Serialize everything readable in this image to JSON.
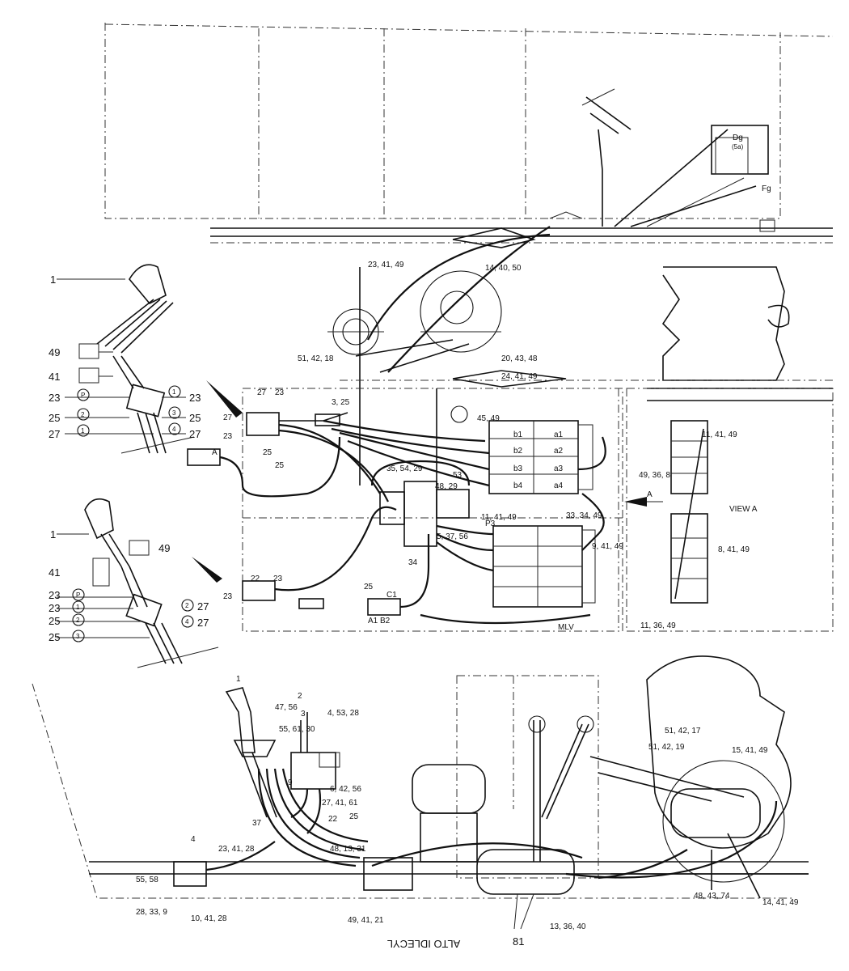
{
  "view_a_label": "VIEW A",
  "mlv_label": "MLV",
  "bottom_title": "ALTO IDLECYL",
  "view_arrow": "A",
  "top_labels": {
    "dg": "Dg",
    "dg_sub": "(5a)",
    "fg": "Fg",
    "l_23_41_49": "23, 41, 49",
    "l_14_40_50": "14, 40, 50",
    "l_51_42_18": "51, 42, 18",
    "l_20_43_48": "20, 43, 48",
    "l_24_41_49": "24, 41, 49"
  },
  "left_upper": {
    "n1": "1",
    "n49": "49",
    "n41": "41",
    "n23a": "23",
    "cP": "P",
    "n23b": "23",
    "c1a": "1",
    "n25a": "25",
    "c2": "2",
    "c3": "3",
    "n25b": "25",
    "n27a": "27",
    "c1b": "1",
    "c4": "4",
    "n27b": "27"
  },
  "left_lower": {
    "n1": "1",
    "n49": "49",
    "n41": "41",
    "n23a": "23",
    "cP": "P",
    "n23b": "23",
    "c1": "1",
    "c2b": "2",
    "n27a": "27",
    "n25a": "25",
    "c2": "2",
    "c4": "4",
    "n27b": "27",
    "n25b": "25",
    "c3": "3"
  },
  "middle_labels": {
    "l_27": "27",
    "l_23_top": "23",
    "l_27b": "27",
    "l_3_25": "3, 25",
    "l_23c": "23",
    "l_25a": "25",
    "l_25b": "25",
    "l_A": "A",
    "l_45_49": "45, 49",
    "l_35_54_29": "35, 54, 29",
    "l_48_29": "48, 29",
    "l_53": "53",
    "b1": "b1",
    "b2": "b2",
    "b3": "b3",
    "b4": "b4",
    "a1": "a1",
    "a2": "a2",
    "a3": "a3",
    "a4": "a4",
    "p3": "P3",
    "l_11_41_49": "11, 41, 49",
    "l_33_34_49": "33, 34, 49",
    "l_5_37_56": "5, 37, 56",
    "l_34": "34",
    "l_9_41_49": "9, 41, 49",
    "l_22": "22",
    "l_23d": "23",
    "l_23e": "23",
    "l_25c": "25",
    "l_a1b2": "A1 B2",
    "l_c1": "C1",
    "l_49_36_8": "49, 36, 8",
    "l_11_41_49b": "11, 41, 49",
    "l_8_41_49": "8, 41, 49",
    "l_11_36_49": "11, 36, 49"
  },
  "bottom_labels": {
    "n1": "1",
    "n2": "2",
    "n3": "3",
    "l_47_56": "47, 56",
    "l_4_53_28": "4, 53, 28",
    "l_55_61_30": "55, 61, 30",
    "l_6_42_56": "6, 42, 56",
    "l_27_41_61": "27, 41, 61",
    "n9": "9",
    "n25": "25",
    "n37": "37",
    "n22": "22",
    "n4": "4",
    "l_23_41_28": "23, 41, 28",
    "l_55_58": "55, 58",
    "l_28_33_9": "28, 33, 9",
    "l_10_41_28": "10, 41, 28",
    "l_49_41_21": "49, 41, 21",
    "l_48_13_31": "48, 13, 31",
    "l_51_42_17": "51, 42, 17",
    "l_51_42_19": "51, 42, 19",
    "l_15_41_49": "15, 41, 49",
    "l_48_43_74": "48, 43, 74",
    "l_14_41_49": "14, 41, 49",
    "l_13_36_40": "13, 36, 40",
    "n81": "81"
  }
}
